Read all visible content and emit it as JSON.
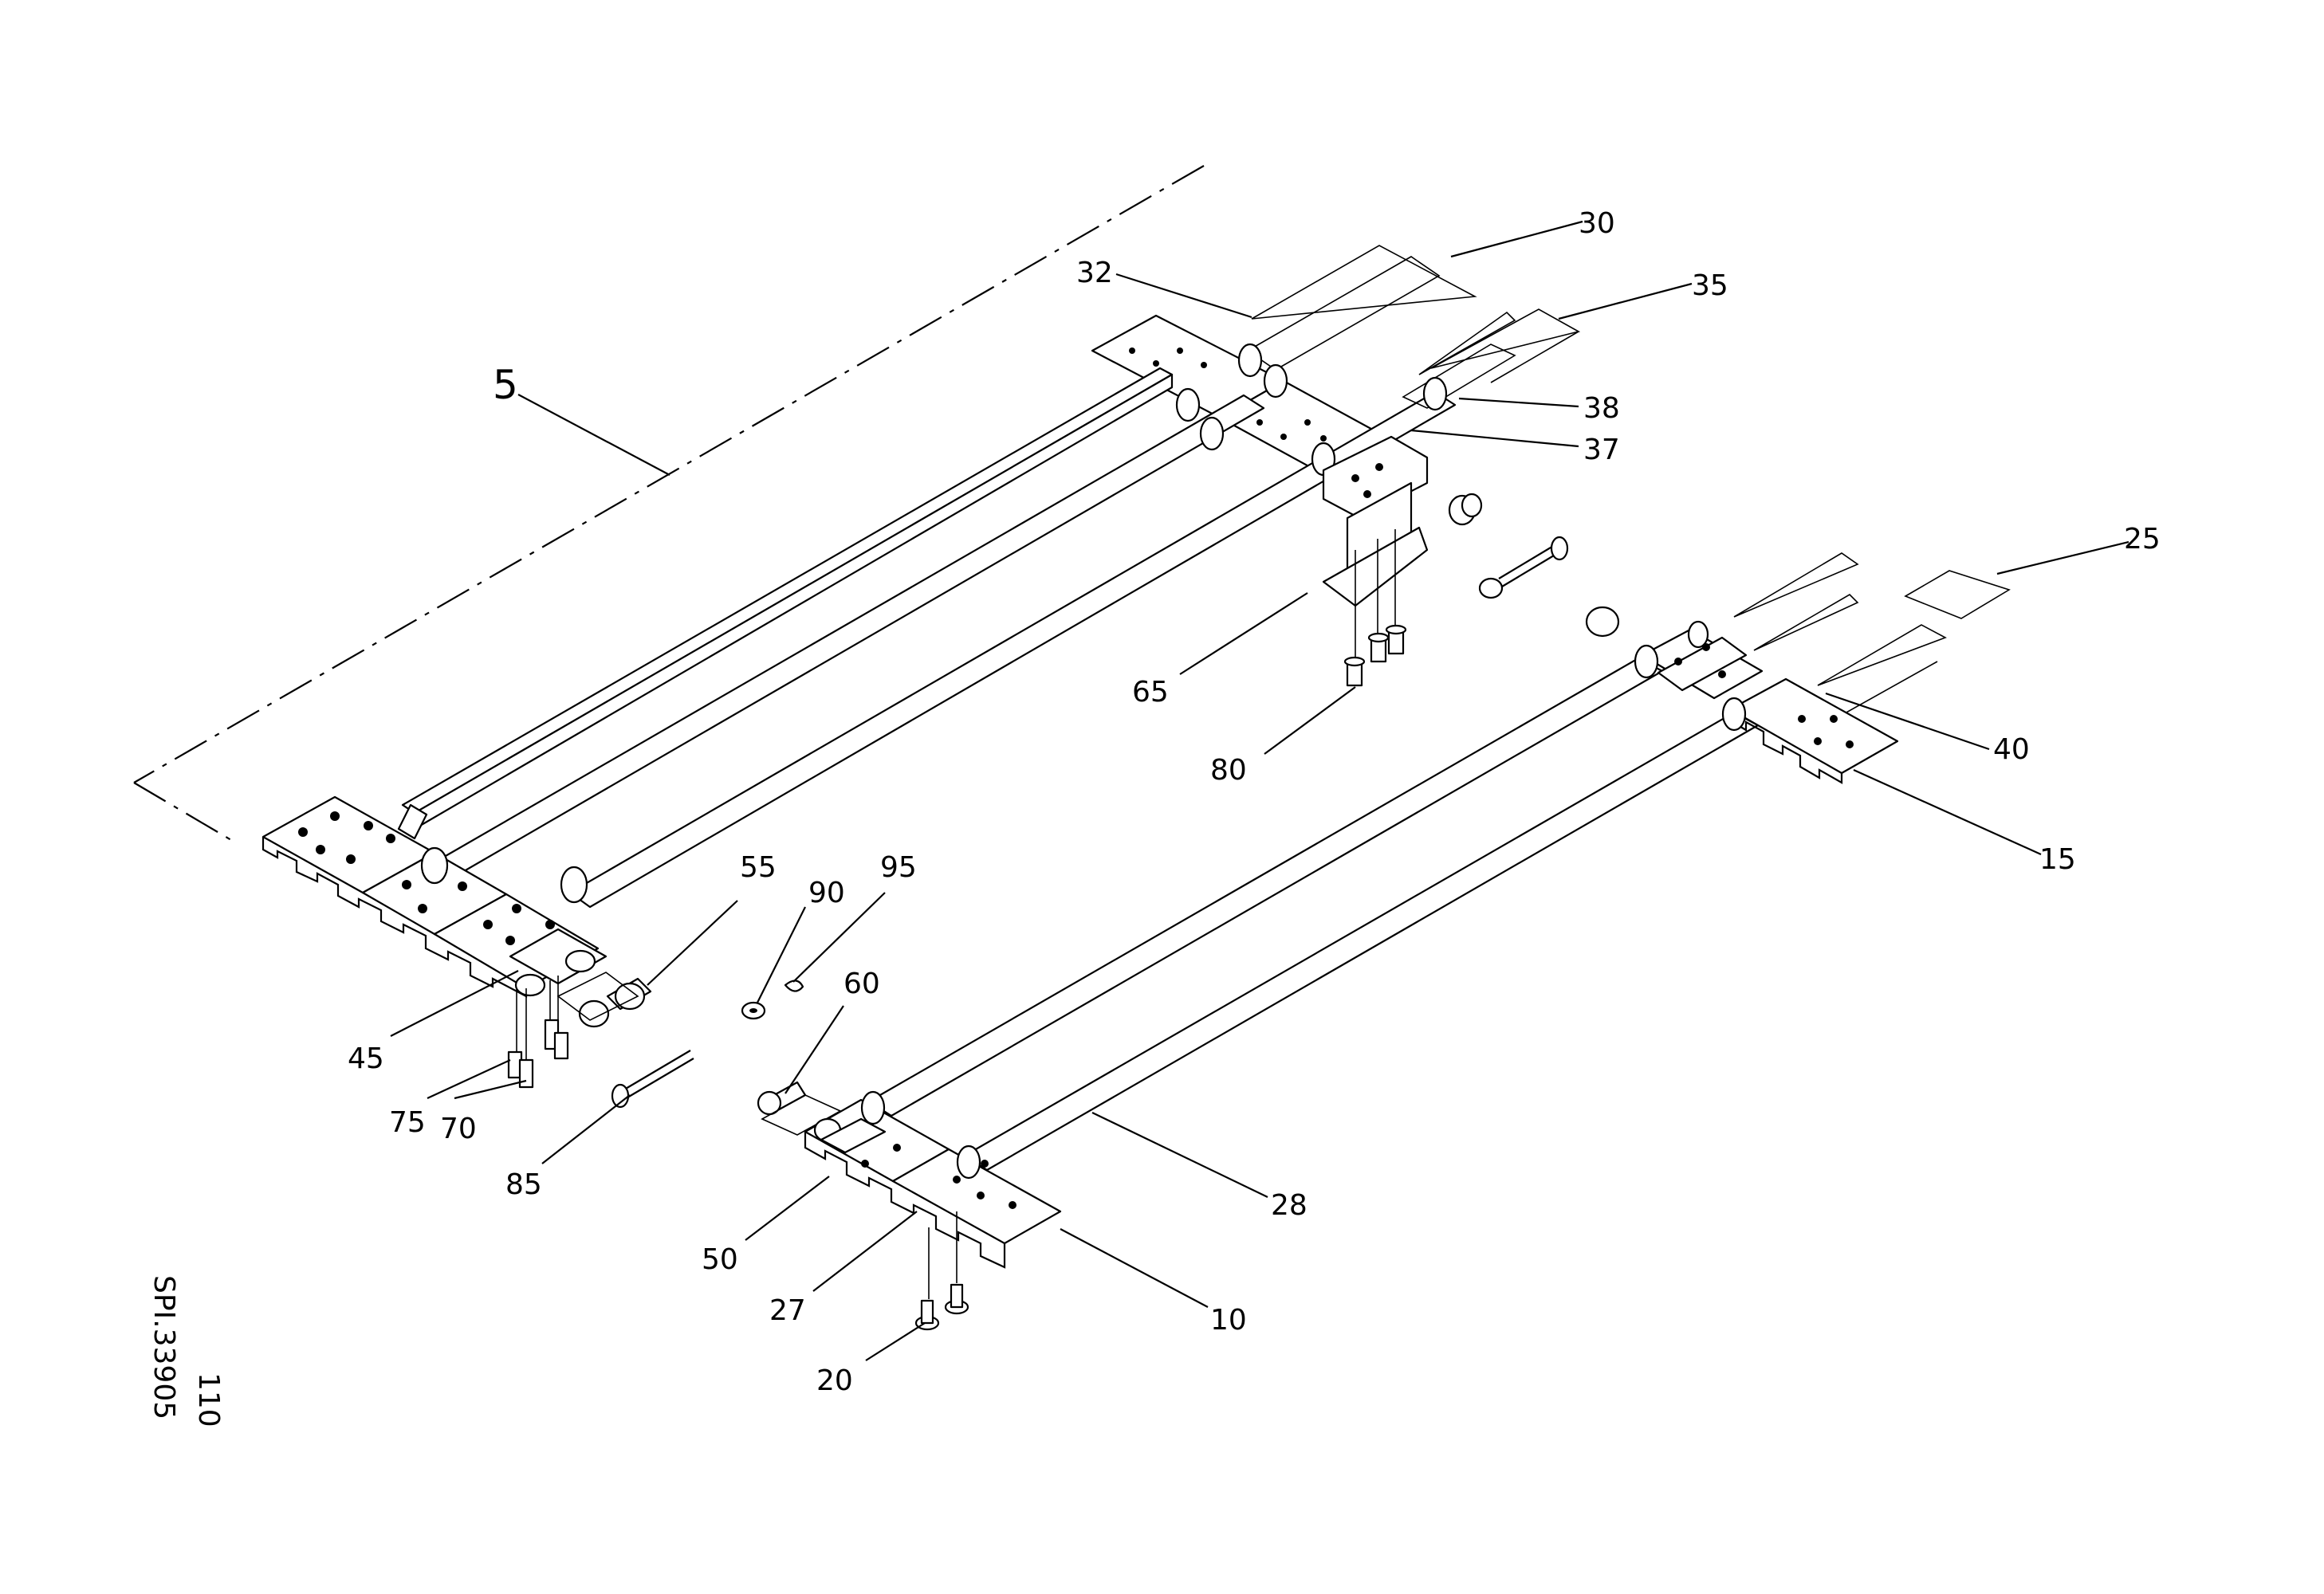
{
  "drawing": {
    "code": "SPI.33905",
    "sheet": "110"
  },
  "callouts": [
    {
      "id": "5",
      "text": "5"
    },
    {
      "id": "10",
      "text": "10"
    },
    {
      "id": "15",
      "text": "15"
    },
    {
      "id": "20",
      "text": "20"
    },
    {
      "id": "25",
      "text": "25"
    },
    {
      "id": "27",
      "text": "27"
    },
    {
      "id": "28",
      "text": "28"
    },
    {
      "id": "30",
      "text": "30"
    },
    {
      "id": "32",
      "text": "32"
    },
    {
      "id": "35",
      "text": "35"
    },
    {
      "id": "37",
      "text": "37"
    },
    {
      "id": "38",
      "text": "38"
    },
    {
      "id": "40",
      "text": "40"
    },
    {
      "id": "45",
      "text": "45"
    },
    {
      "id": "50",
      "text": "50"
    },
    {
      "id": "55",
      "text": "55"
    },
    {
      "id": "60",
      "text": "60"
    },
    {
      "id": "65",
      "text": "65"
    },
    {
      "id": "70",
      "text": "70"
    },
    {
      "id": "75",
      "text": "75"
    },
    {
      "id": "80",
      "text": "80"
    },
    {
      "id": "85",
      "text": "85"
    },
    {
      "id": "90",
      "text": "90"
    },
    {
      "id": "95",
      "text": "95"
    }
  ]
}
